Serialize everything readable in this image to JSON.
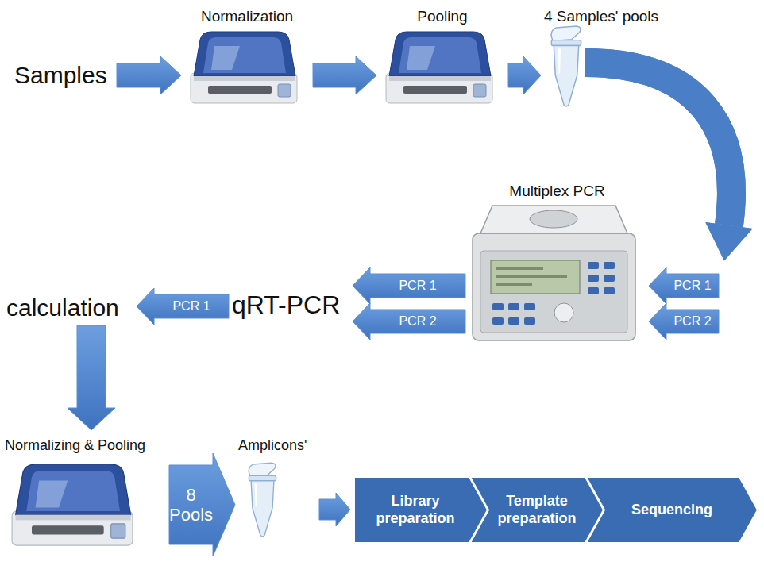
{
  "diagram": {
    "nodes": [
      {
        "text": [
          "Samples"
        ]
      },
      {
        "text": [
          "Normalization"
        ]
      },
      {
        "text": [
          "Pooling"
        ]
      },
      {
        "text": [
          "4 Samples' pools"
        ]
      },
      {
        "text": [
          "Multiplex PCR"
        ]
      },
      {
        "text": [
          "qRT-PCR"
        ]
      },
      {
        "text": [
          "calculation"
        ]
      },
      {
        "text": [
          "Normalizing & Pooling"
        ]
      },
      {
        "text": [
          "Amplicons'"
        ]
      },
      {
        "text": [
          "Library preparation"
        ]
      },
      {
        "text": [
          "Template preparation"
        ]
      },
      {
        "text": [
          "Sequencing"
        ]
      }
    ],
    "edges": [
      {
        "from": 0,
        "to": 1,
        "arrow": "to"
      },
      {
        "from": 1,
        "to": 2,
        "arrow": "to"
      },
      {
        "from": 2,
        "to": 3,
        "arrow": "to"
      },
      {
        "from": 3,
        "to": 4,
        "label": "PCR 1",
        "arrow": "to"
      },
      {
        "from": 3,
        "to": 4,
        "label": "PCR 2",
        "arrow": "to"
      },
      {
        "from": 4,
        "to": 5,
        "label": "PCR 1",
        "arrow": "to"
      },
      {
        "from": 4,
        "to": 5,
        "label": "PCR 2",
        "arrow": "to"
      },
      {
        "from": 5,
        "to": 6,
        "label": "PCR 1",
        "arrow": "to"
      },
      {
        "from": 6,
        "to": 7,
        "arrow": "to"
      },
      {
        "from": 7,
        "to": 8,
        "label": "8 Pools",
        "arrow": "to"
      },
      {
        "from": 8,
        "to": 9,
        "arrow": "to"
      }
    ]
  }
}
